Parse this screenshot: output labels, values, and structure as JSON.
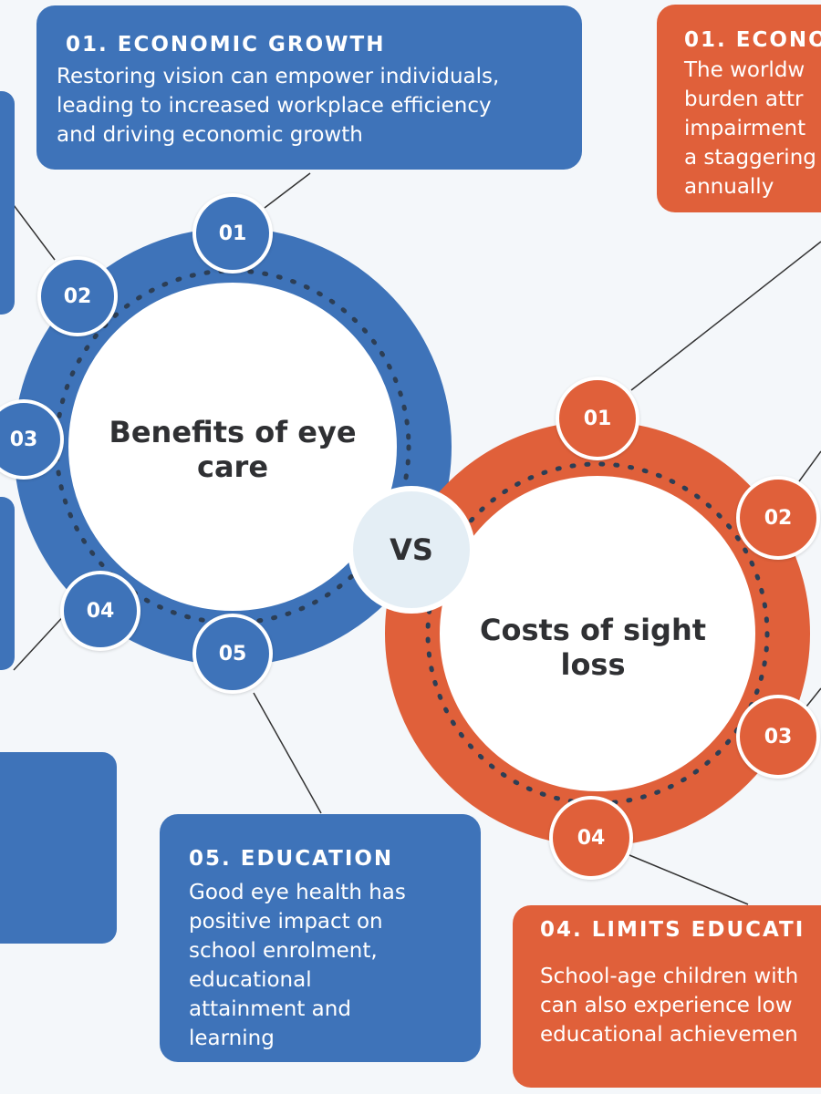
{
  "colors": {
    "benefits": "#3e73b9",
    "costs": "#e0603a",
    "vs_fill": "#e4eef5",
    "text_dark": "#2f3033"
  },
  "benefits": {
    "title": "Benefits of eye\ncare",
    "nodes": [
      "01",
      "02",
      "03",
      "04",
      "05"
    ],
    "box_economic": {
      "heading": "01. ECONOMIC GROWTH",
      "body": "Restoring vision can empower individuals,\nleading to increased workplace efficiency\nand driving economic growth"
    },
    "box_education": {
      "heading": "05. EDUCATION",
      "body": "Good eye health has\npositive impact on\nschool enrolment,\neducational\nattainment and\nlearning"
    }
  },
  "vs_label": "VS",
  "costs": {
    "title": "Costs of sight\nloss",
    "nodes": [
      "01",
      "02",
      "03",
      "04"
    ],
    "box_economic": {
      "heading": "01. ECONO",
      "body": "The worldw\nburden attr\nimpairment\na staggering\nannually"
    },
    "box_education": {
      "heading": "04. LIMITS EDUCATI",
      "body": "School-age children with\ncan also experience low\neducational achievemen"
    }
  }
}
